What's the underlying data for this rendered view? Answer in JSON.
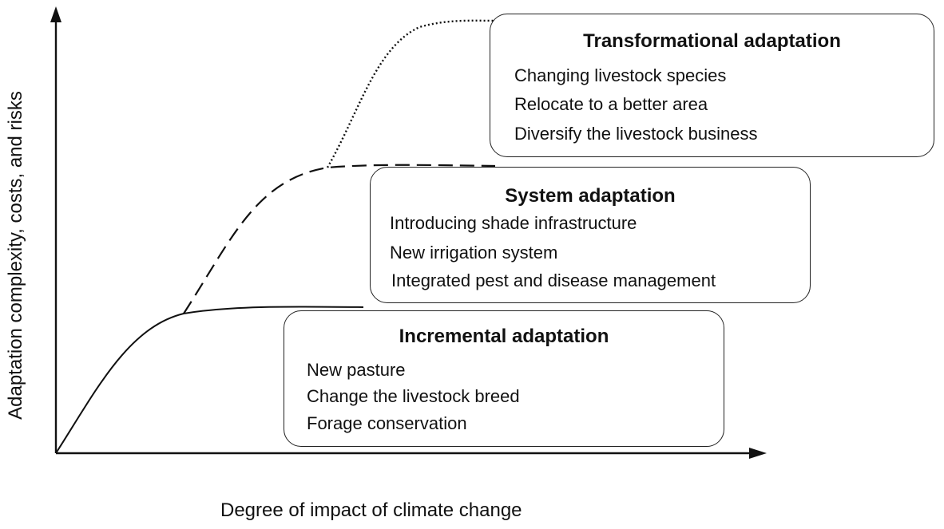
{
  "diagram": {
    "x_axis_label": "Degree of impact of climate change",
    "y_axis_label": "Adaptation complexity, costs, and risks",
    "stages": [
      {
        "title": "Transformational adaptation",
        "line_style": "dotted",
        "items": [
          "Changing livestock species",
          "Relocate to a better area",
          "Diversify the livestock business"
        ]
      },
      {
        "title": "System adaptation",
        "line_style": "dashed",
        "items": [
          "Introducing shade infrastructure",
          "New irrigation system",
          "Integrated pest and disease management"
        ]
      },
      {
        "title": "Incremental adaptation",
        "line_style": "solid",
        "items": [
          "New pasture",
          "Change the livestock breed",
          "Forage conservation"
        ]
      }
    ],
    "colors": {
      "line": "#111111",
      "box_border": "#222222",
      "background": "#ffffff"
    }
  }
}
